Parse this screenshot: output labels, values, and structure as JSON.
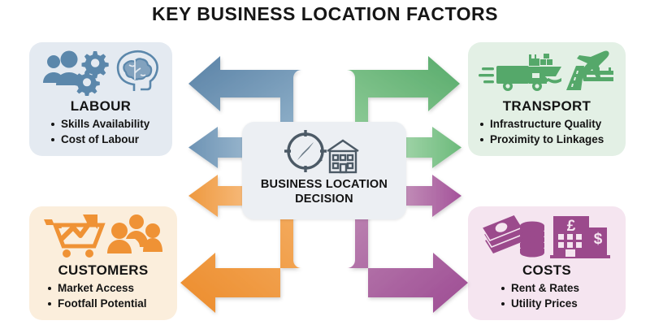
{
  "title": "KEY BUSINESS LOCATION FACTORS",
  "center": {
    "label_line1": "BUSINESS LOCATION",
    "label_line2": "DECISION",
    "icons": [
      "compass-icon",
      "building-icon"
    ],
    "background_color": "#eceff3"
  },
  "factors": [
    {
      "id": "labour",
      "title": "LABOUR",
      "bullets": [
        "Skills Availability",
        "Cost of Labour"
      ],
      "background_color": "#e4eaf1",
      "accent_color": "#5b87ab",
      "icons": [
        "people-group-icon",
        "gear-icon",
        "head-brain-icon"
      ],
      "arrow_color": "#6e93b5",
      "position": "top-left"
    },
    {
      "id": "transport",
      "title": "TRANSPORT",
      "bullets": [
        "Infrastructure Quality",
        "Proximity to Linkages"
      ],
      "background_color": "#e3f0e5",
      "accent_color": "#55a86a",
      "icons": [
        "delivery-truck-icon",
        "cargo-ship-icon",
        "airplane-icon",
        "road-icon"
      ],
      "arrow_color": "#72bd7f",
      "position": "top-right"
    },
    {
      "id": "customers",
      "title": "CUSTOMERS",
      "bullets": [
        "Market Access",
        "Footfall Potential"
      ],
      "background_color": "#fbeedc",
      "accent_color": "#ef9235",
      "icons": [
        "shopping-cart-growth-icon",
        "people-group-icon"
      ],
      "arrow_color": "#f0a04b",
      "position": "bottom-left"
    },
    {
      "id": "costs",
      "title": "COSTS",
      "bullets": [
        "Rent & Rates",
        "Utility Prices"
      ],
      "background_color": "#f5e5f0",
      "accent_color": "#9b4a8c",
      "icons": [
        "banknotes-icon",
        "coins-stack-icon",
        "office-building-icon"
      ],
      "currency_symbols": [
        "£",
        "$"
      ],
      "arrow_color": "#ab5c9c",
      "position": "bottom-right"
    }
  ],
  "arrows": [
    {
      "name": "arrow-center-to-labour-elbow",
      "color": "#6e93b5",
      "direction": "up-then-left"
    },
    {
      "name": "arrow-center-to-labour-straight",
      "color": "#7fa0bd",
      "direction": "left"
    },
    {
      "name": "arrow-center-to-transport-elbow",
      "color": "#72bd7f",
      "direction": "up-then-right"
    },
    {
      "name": "arrow-center-to-transport-straight",
      "color": "#8ecb97",
      "direction": "right"
    },
    {
      "name": "arrow-center-to-customers-straight",
      "color": "#f4ab63",
      "direction": "left"
    },
    {
      "name": "arrow-center-to-customers-elbow",
      "color": "#ef9b46",
      "direction": "down-then-left"
    },
    {
      "name": "arrow-center-to-costs-straight",
      "color": "#b56aa6",
      "direction": "right"
    },
    {
      "name": "arrow-center-to-costs-elbow",
      "color": "#a8569a",
      "direction": "down-then-right"
    }
  ]
}
